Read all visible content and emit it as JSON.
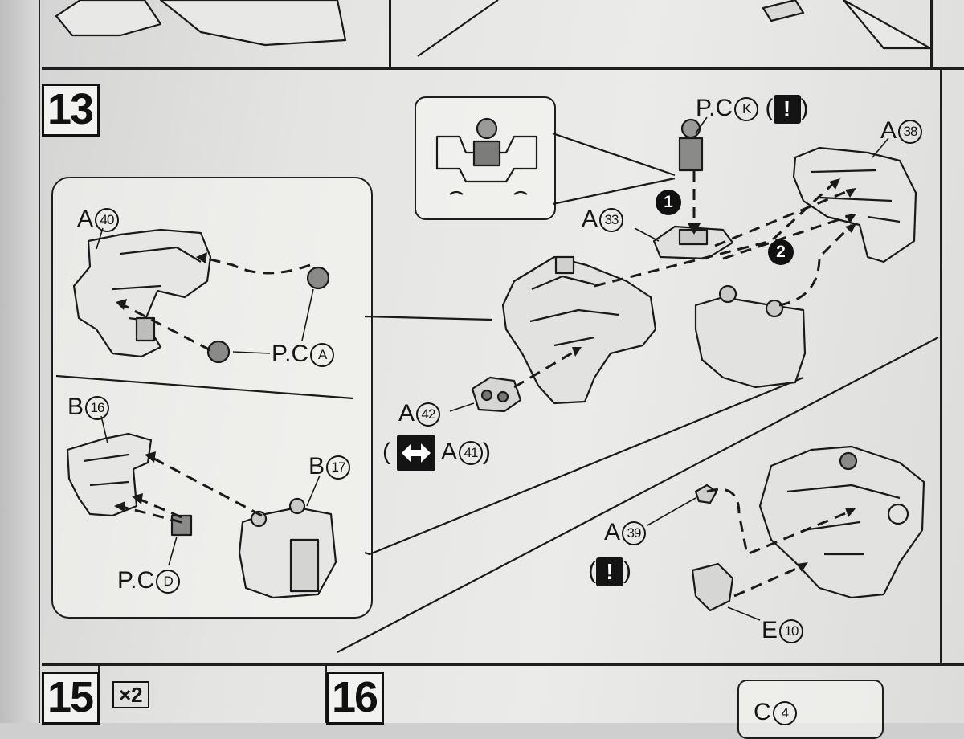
{
  "steps": {
    "s13": "13",
    "s15": "15",
    "s16": "16",
    "s15_multiplier": "×2"
  },
  "labels": {
    "pc_k": "P.C",
    "pc_k_circle": "K",
    "a38": "A",
    "a38_num": "38",
    "a33": "A",
    "a33_num": "33",
    "a40": "A",
    "a40_num": "40",
    "pc_a": "P.C",
    "pc_a_circle": "A",
    "a42": "A",
    "a42_num": "42",
    "a41": "A",
    "a41_num": "41",
    "b16": "B",
    "b16_num": "16",
    "b17": "B",
    "b17_num": "17",
    "pc_d": "P.C",
    "pc_d_circle": "D",
    "a39": "A",
    "a39_num": "39",
    "e10": "E",
    "e10_num": "10",
    "c4": "C",
    "c4_num": "4"
  },
  "markers": {
    "order1": "1",
    "order2": "2",
    "caution": "!"
  },
  "icons": [
    "caution-icon",
    "swap-arrows-icon"
  ]
}
